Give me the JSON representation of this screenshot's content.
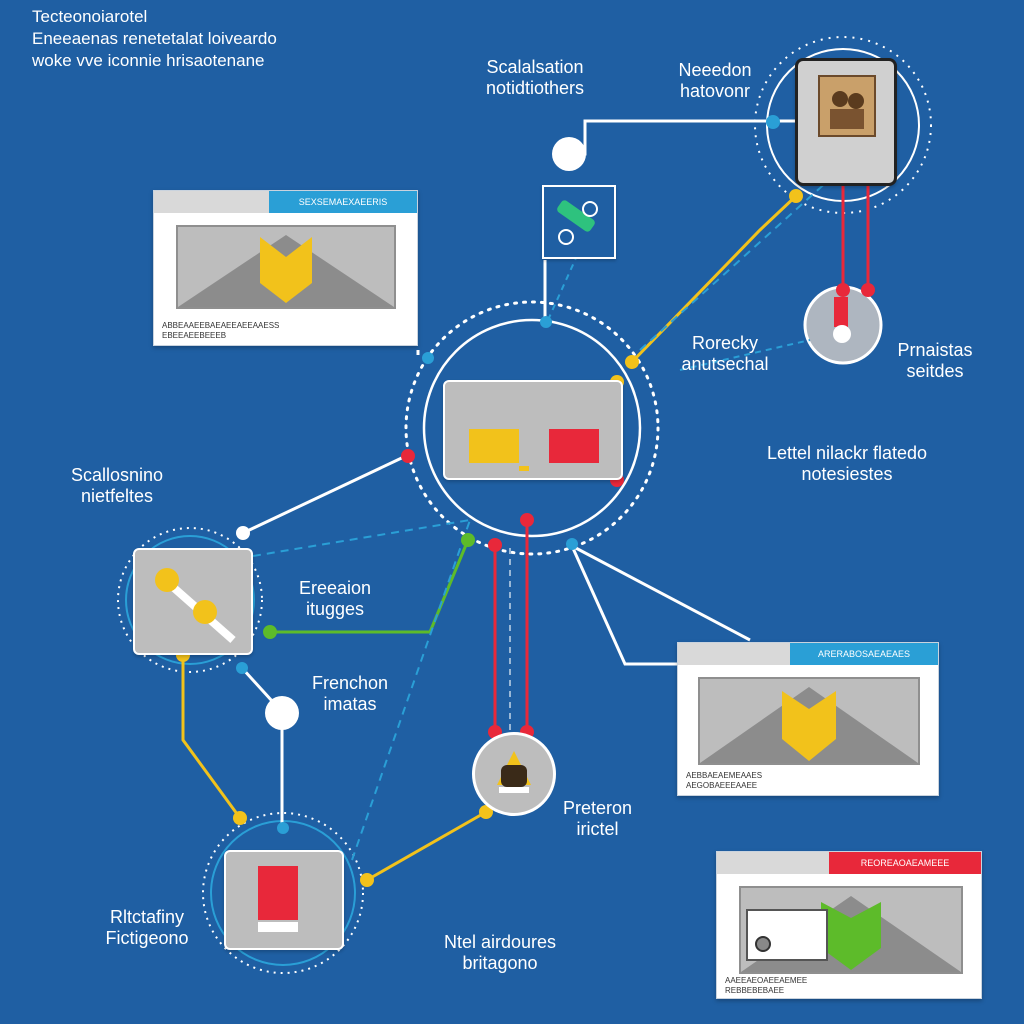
{
  "title": {
    "line1": "Tecteonoiarotel",
    "line2": "Eneeaenas renetetalat loiveardo",
    "line3": "woke vve iconnie hrisaotenane"
  },
  "labels": {
    "top_center": "Scalalsation\nnotidtiothers",
    "top_right": "Neeedon\nhatovonr",
    "mid_right_a": "Rorecky\nanutsechal",
    "mid_right_b": "Prnaistas\nseitdes",
    "right_center": "Lettel nilackr flatedo\nnotesiestes",
    "left_a": "Scallosnino\nnietfeltes",
    "left_b": "Ereeaion\nitugges",
    "left_c": "Frenchon\nimatas",
    "bottom_mid": "Preteron\nirictel",
    "bottom_left": "Rltctafiny\nFictigeono",
    "bottom_center": "Ntel airdoures\nbritagono"
  },
  "cards": {
    "top_left": {
      "header": "SEXSEMAEXAEERIS",
      "caption": "ABBEAAEEBAEAEEAEEAAESS\nEBEEAEEBEEEB"
    },
    "right": {
      "header": "ARERABOSAEAEAES",
      "caption": "AEBBAEAEMEAAES\nAEGOBAEEEAAEE"
    },
    "bottom_right": {
      "header": "REOREAOAEAMEEE",
      "caption": "AAEEAEOAEEAEMEE\nREBBEBEBAEE"
    }
  },
  "colors": {
    "background": "#1f5fa3",
    "yellow": "#f2c21b",
    "red": "#e8283a",
    "green": "#5dbb2a",
    "cyan": "#2a9fd6",
    "white": "#ffffff",
    "grey": "#bdbdbd"
  },
  "icons": {
    "hub": "hub-panel-icon",
    "connector": "connector-icon",
    "photo": "photo-icon",
    "pin": "pin-icon",
    "image": "image-icon",
    "document": "document-icon"
  }
}
